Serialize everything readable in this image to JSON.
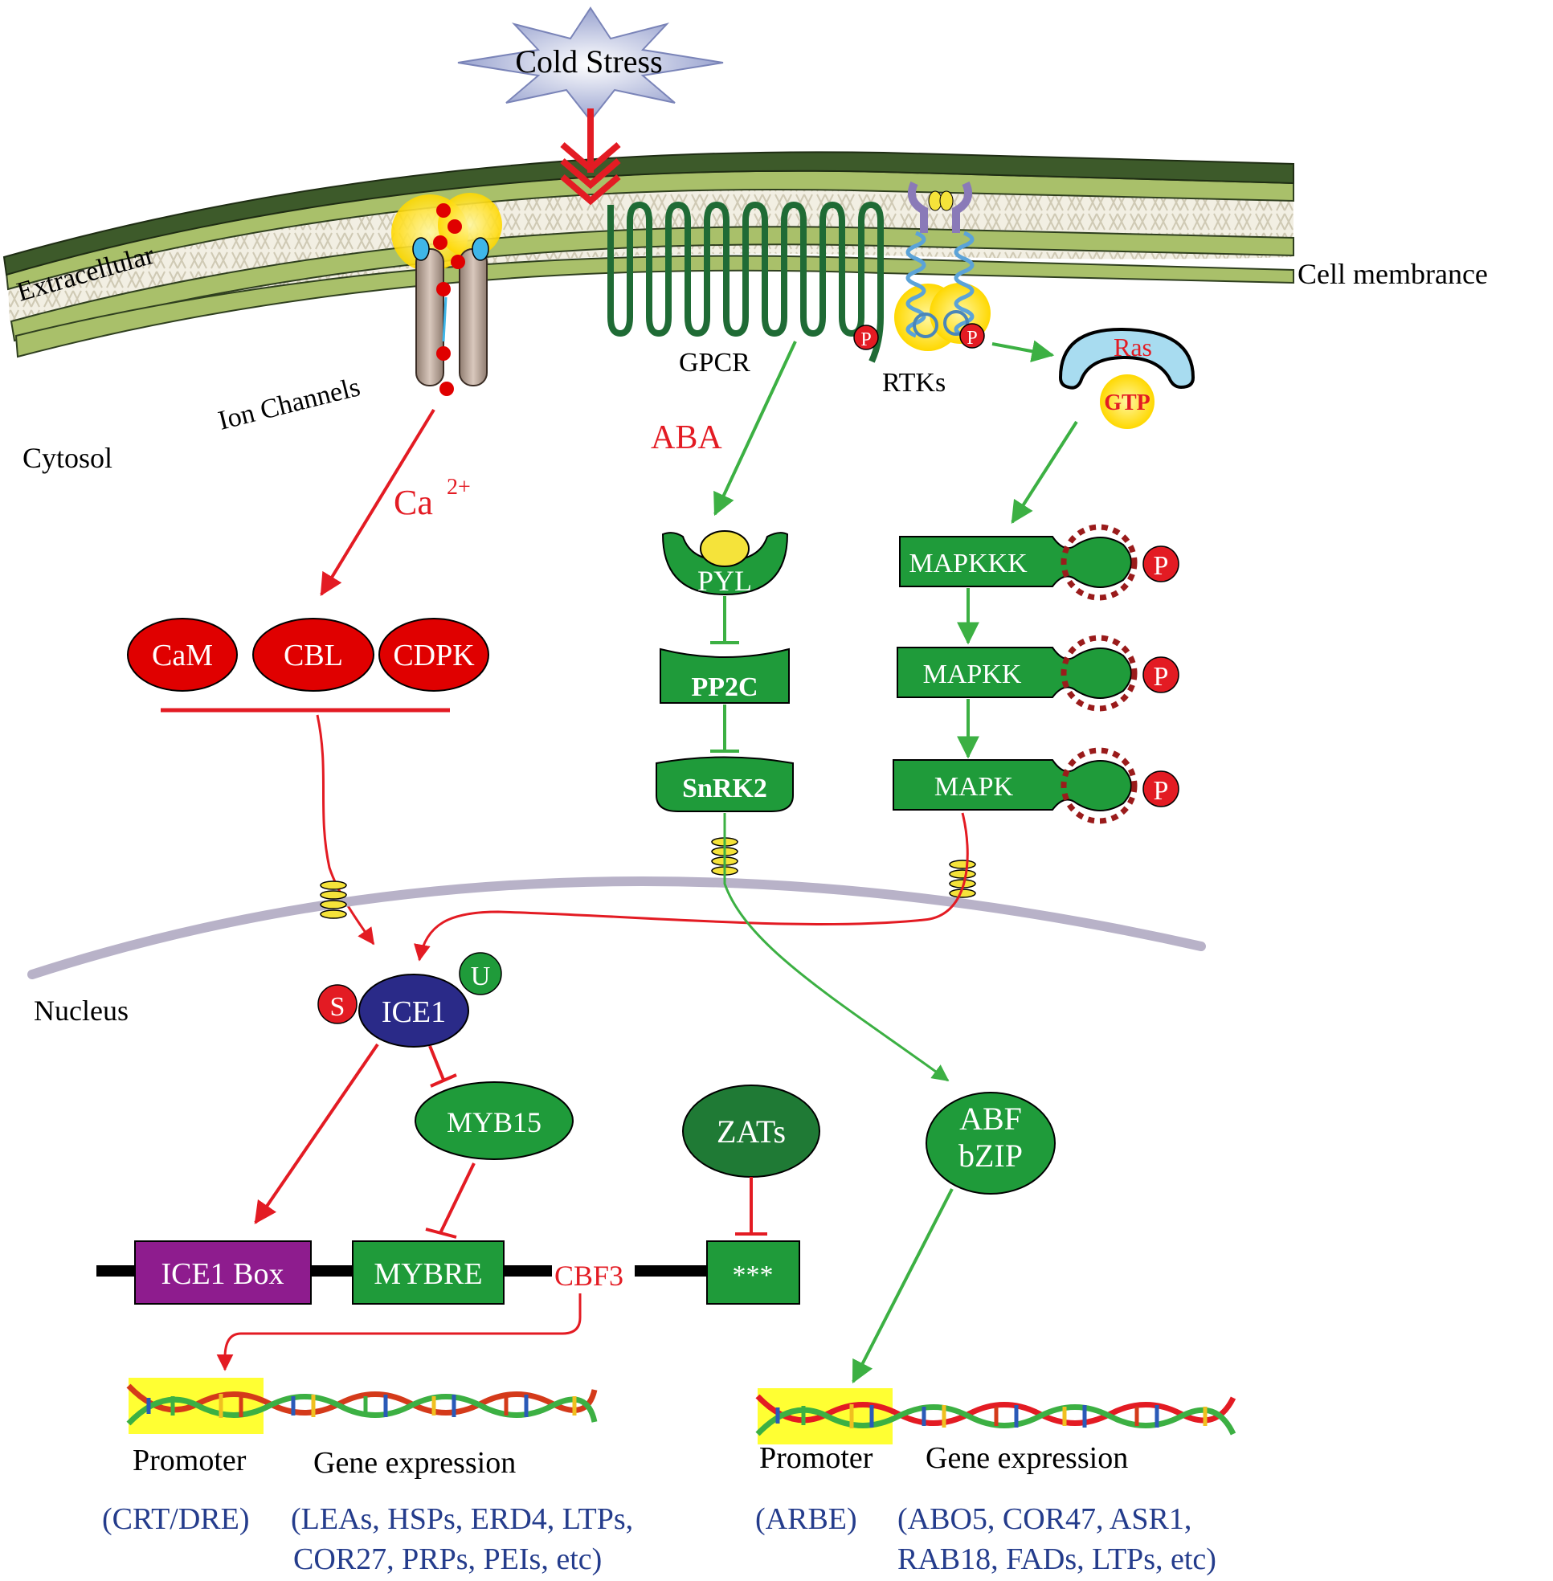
{
  "labels": {
    "cold_stress": "Cold Stress",
    "extracellular": "Extracellular",
    "cell_membrane": "Cell  membrance",
    "cytosol": "Cytosol",
    "ion_channels": "Ion Channels",
    "gpcr": "GPCR",
    "rtks": "RTKs",
    "aba": "ABA",
    "ca": "Ca",
    "ca_charge": "2+",
    "nucleus": "Nucleus",
    "ras": "Ras",
    "gtp": "GTP",
    "p": "P"
  },
  "calcium_sensors": [
    "CaM",
    "CBL",
    "CDPK"
  ],
  "aba_pathway": {
    "pyl": "PYL",
    "pp2c": "PP2C",
    "snrk2": "SnRK2"
  },
  "mapk_cascade": [
    "MAPKKK",
    "MAPKK",
    "MAPK"
  ],
  "nuclear": {
    "s": "S",
    "ice1": "ICE1",
    "u": "U",
    "myb15": "MYB15",
    "zats": "ZATs",
    "abf_line1": "ABF",
    "abf_line2": "bZIP"
  },
  "promoter_elements": {
    "ice1_box": "ICE1 Box",
    "mybre": "MYBRE",
    "cbf3": "CBF3",
    "unknown": "***"
  },
  "gene_expression_left": {
    "promoter": "Promoter",
    "gene_expression": "Gene expression",
    "element": "(CRT/DRE)",
    "genes_line1": "(LEAs, HSPs, ERD4, LTPs,",
    "genes_line2": "COR27, PRPs, PEIs, etc)"
  },
  "gene_expression_right": {
    "promoter": "Promoter",
    "gene_expression": "Gene expression",
    "element": "(ARBE)",
    "genes_line1": "(ABO5, COR47, ASR1,",
    "genes_line2": "RAB18, FADs, LTPs, etc)"
  },
  "colors": {
    "red": "#e31b23",
    "green": "#1f9b3a",
    "light_green": "#3cb043",
    "navy": "#243c8c",
    "purple": "#8e1c8e",
    "membrane_dark": "#3d5a2a",
    "membrane_light": "#a9c06a",
    "nuclear_membrane": "#b8b2c8",
    "promoter_highlight": "#ffff33"
  }
}
